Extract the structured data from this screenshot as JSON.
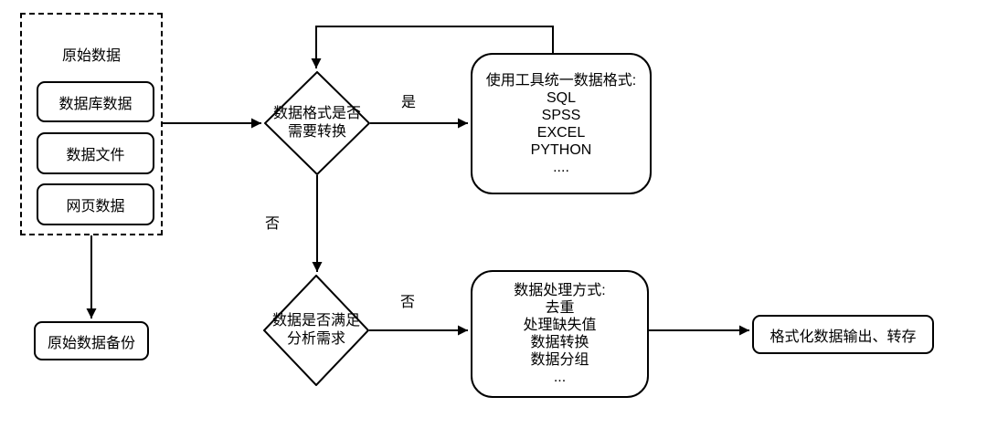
{
  "diagram": {
    "source_group": {
      "title": "原始数据",
      "items": [
        "数据库数据",
        "数据文件",
        "网页数据"
      ]
    },
    "backup_box": {
      "label": "原始数据备份"
    },
    "decision_format": {
      "line1": "数据格式是否",
      "line2": "需要转换"
    },
    "tools_box": {
      "title": "使用工具统一数据格式:",
      "items": [
        "SQL",
        "SPSS",
        "EXCEL",
        "PYTHON",
        "...."
      ]
    },
    "decision_satisfy": {
      "line1": "数据是否满足",
      "line2": "分析需求"
    },
    "process_box": {
      "title": "数据处理方式:",
      "items": [
        "去重",
        "处理缺失值",
        "数据转换",
        "数据分组",
        "..."
      ]
    },
    "output_box": {
      "label": "格式化数据输出、转存"
    },
    "edge_labels": {
      "yes": "是",
      "no_format": "否",
      "no_satisfy": "否"
    },
    "colors": {
      "stroke": "#000000",
      "background": "#ffffff",
      "text": "#000000"
    }
  }
}
